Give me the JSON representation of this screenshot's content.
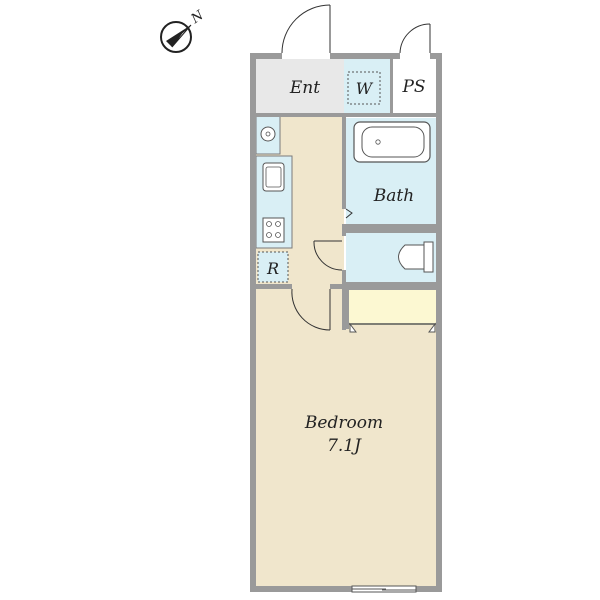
{
  "compass": {
    "label": "N"
  },
  "rooms": {
    "entrance": {
      "label": "Ent"
    },
    "washer": {
      "label": "W"
    },
    "pipe_space": {
      "label": "PS"
    },
    "bath": {
      "label": "Bath"
    },
    "refrigerator": {
      "label": "R"
    },
    "bedroom": {
      "label": "Bedroom",
      "size": "7.1J"
    }
  },
  "colors": {
    "wall": "#9a9a9a",
    "bedroom_floor": "#f0e6cc",
    "wet_area": "#d9eff5",
    "entrance_floor": "#e8e8e8",
    "closet": "#fcf8d2",
    "fixture_line": "#6a6a6a"
  }
}
